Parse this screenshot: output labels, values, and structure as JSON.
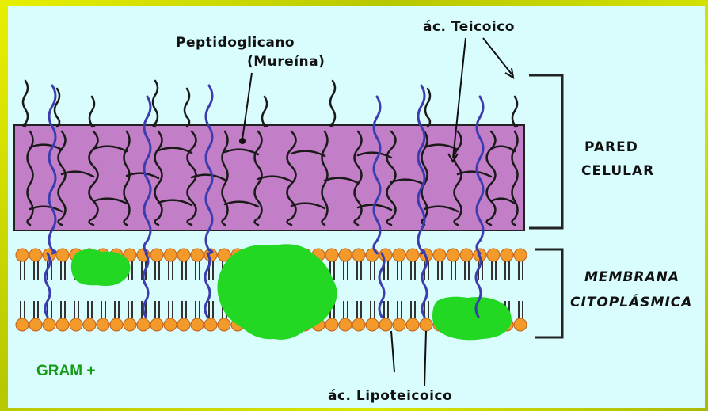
{
  "labels": {
    "peptidoglicano": "Peptidoglicano",
    "mureina": "(Mureína)",
    "teicoico": "ác. Teicoico",
    "pared_line1": "PARED",
    "pared_line2": "CELULAR",
    "membrana_line1": "MEMBRANA",
    "membrana_line2": "CITOPLÁSMICA",
    "lipoteicoico": "ác. Lipoteicoico",
    "gram": "GRAM +"
  },
  "colors": {
    "background": "#d9fcfd",
    "wall": "#c27ec6",
    "protein": "#22d822",
    "phospholipid_head": "#f39a2a",
    "teichoic_acid": "#3b3cb0",
    "gram_label": "#149a14"
  }
}
